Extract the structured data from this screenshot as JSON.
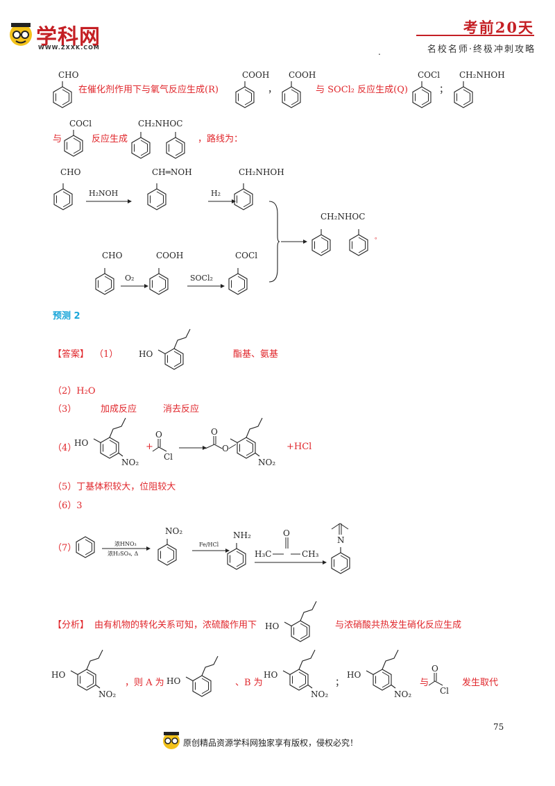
{
  "header": {
    "logo_text": "学科网",
    "logo_url": "WWW.ZXXK.COM",
    "title": "考前20天",
    "subtitle": "名校名师·终极冲刺攻略"
  },
  "chem": {
    "cho": "CHO",
    "cooh": "COOH",
    "cocl": "COCl",
    "ch2nhoh": "CH₂NHOH",
    "ch2nhoc": "CH₂NHOC",
    "chnoh": "CH═NOH",
    "h2noh": "H₂NOH",
    "h2": "H₂",
    "o2": "O₂",
    "socl2": "SOCl₂",
    "ho": "HO",
    "no2": "NO₂",
    "o": "O",
    "cl": "Cl",
    "nh2": "NH₂",
    "n": "N",
    "h3c": "H₃C",
    "ch3": "CH₃",
    "hno3": "浓HNO₃",
    "h2so4": "浓H₂SO₄, Δ",
    "fehcl": "Fe/HCl"
  },
  "lines": {
    "l1_a": "在催化剂作用下与氧气反应生成(R)",
    "l1_comma": "，",
    "l1_b": "与 SOCl₂ 反应生成(Q)",
    "l1_semi": "；",
    "l2_a": "与",
    "l2_b": "反应生成",
    "l2_c": "，路线为：",
    "route_end": "。"
  },
  "section_title": "预测 2",
  "answers": {
    "label": "【答案】",
    "a1_num": "（1）",
    "a1_text": "酯基、氨基",
    "a2": "（2）H₂O",
    "a3_num": "（3）",
    "a3_a": "加成反应",
    "a3_b": "消去反应",
    "a4_num": "（4）",
    "a4_plus": "+",
    "a4_hcl": "+HCl",
    "a5": "（5）丁基体积较大，位阻较大",
    "a6": "（6）3",
    "a7_num": "（7）"
  },
  "analysis": {
    "label": "【分析】",
    "text1": "由有机物的转化关系可知，浓硫酸作用下",
    "text2": "与浓硝酸共热发生硝化反应生成",
    "text3": "，则 A 为",
    "text4": "、B 为",
    "text5": "；",
    "text6": "与",
    "text7": "发生取代"
  },
  "page_number": "75",
  "footer": "原创精品资源学科网独家享有版权，侵权必究！",
  "dot": "."
}
